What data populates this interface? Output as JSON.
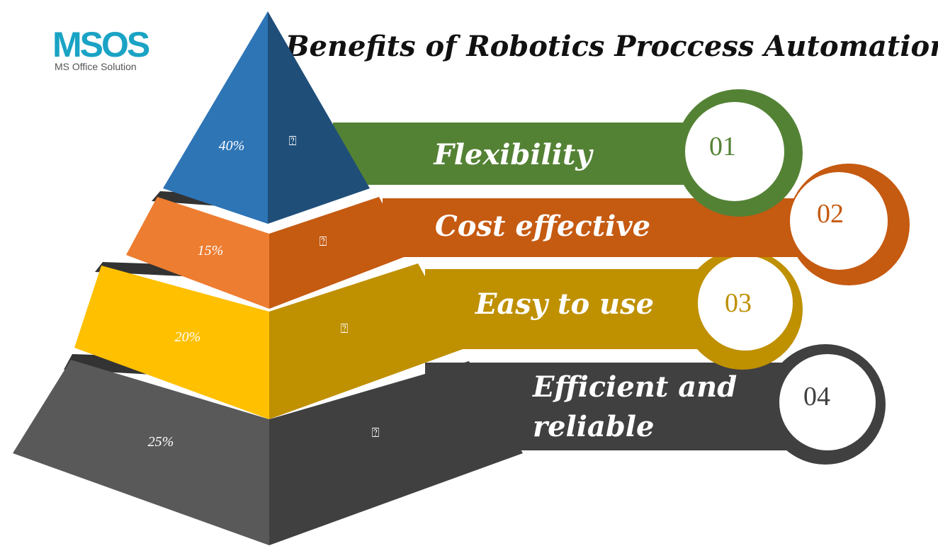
{
  "title": "Benefits of Robotics Proccess Automation",
  "logo": {
    "mark": "MSOS",
    "subtitle": "MS Office Solution",
    "color": "#1aa3c4"
  },
  "tiers": [
    {
      "label": "Flexibility",
      "number": "01",
      "percent": "40%",
      "glyph": "⍰",
      "colors": {
        "front": "#2e75b6",
        "side": "#1f4e79",
        "band": "#548235"
      }
    },
    {
      "label": "Cost effective",
      "number": "02",
      "percent": "15%",
      "glyph": "⍰",
      "colors": {
        "front": "#ed7d31",
        "side": "#c55a11",
        "band": "#c55a11"
      }
    },
    {
      "label": "Easy to use",
      "number": "03",
      "percent": "20%",
      "glyph": "⍰",
      "colors": {
        "front": "#ffc000",
        "side": "#bf9000",
        "band": "#bf9000"
      }
    },
    {
      "label": "Efficient and reliable",
      "label_lines": [
        "Efficient and",
        "reliable"
      ],
      "number": "04",
      "percent": "25%",
      "glyph": "⍰",
      "colors": {
        "front": "#595959",
        "side": "#404040",
        "band": "#404040"
      }
    }
  ]
}
